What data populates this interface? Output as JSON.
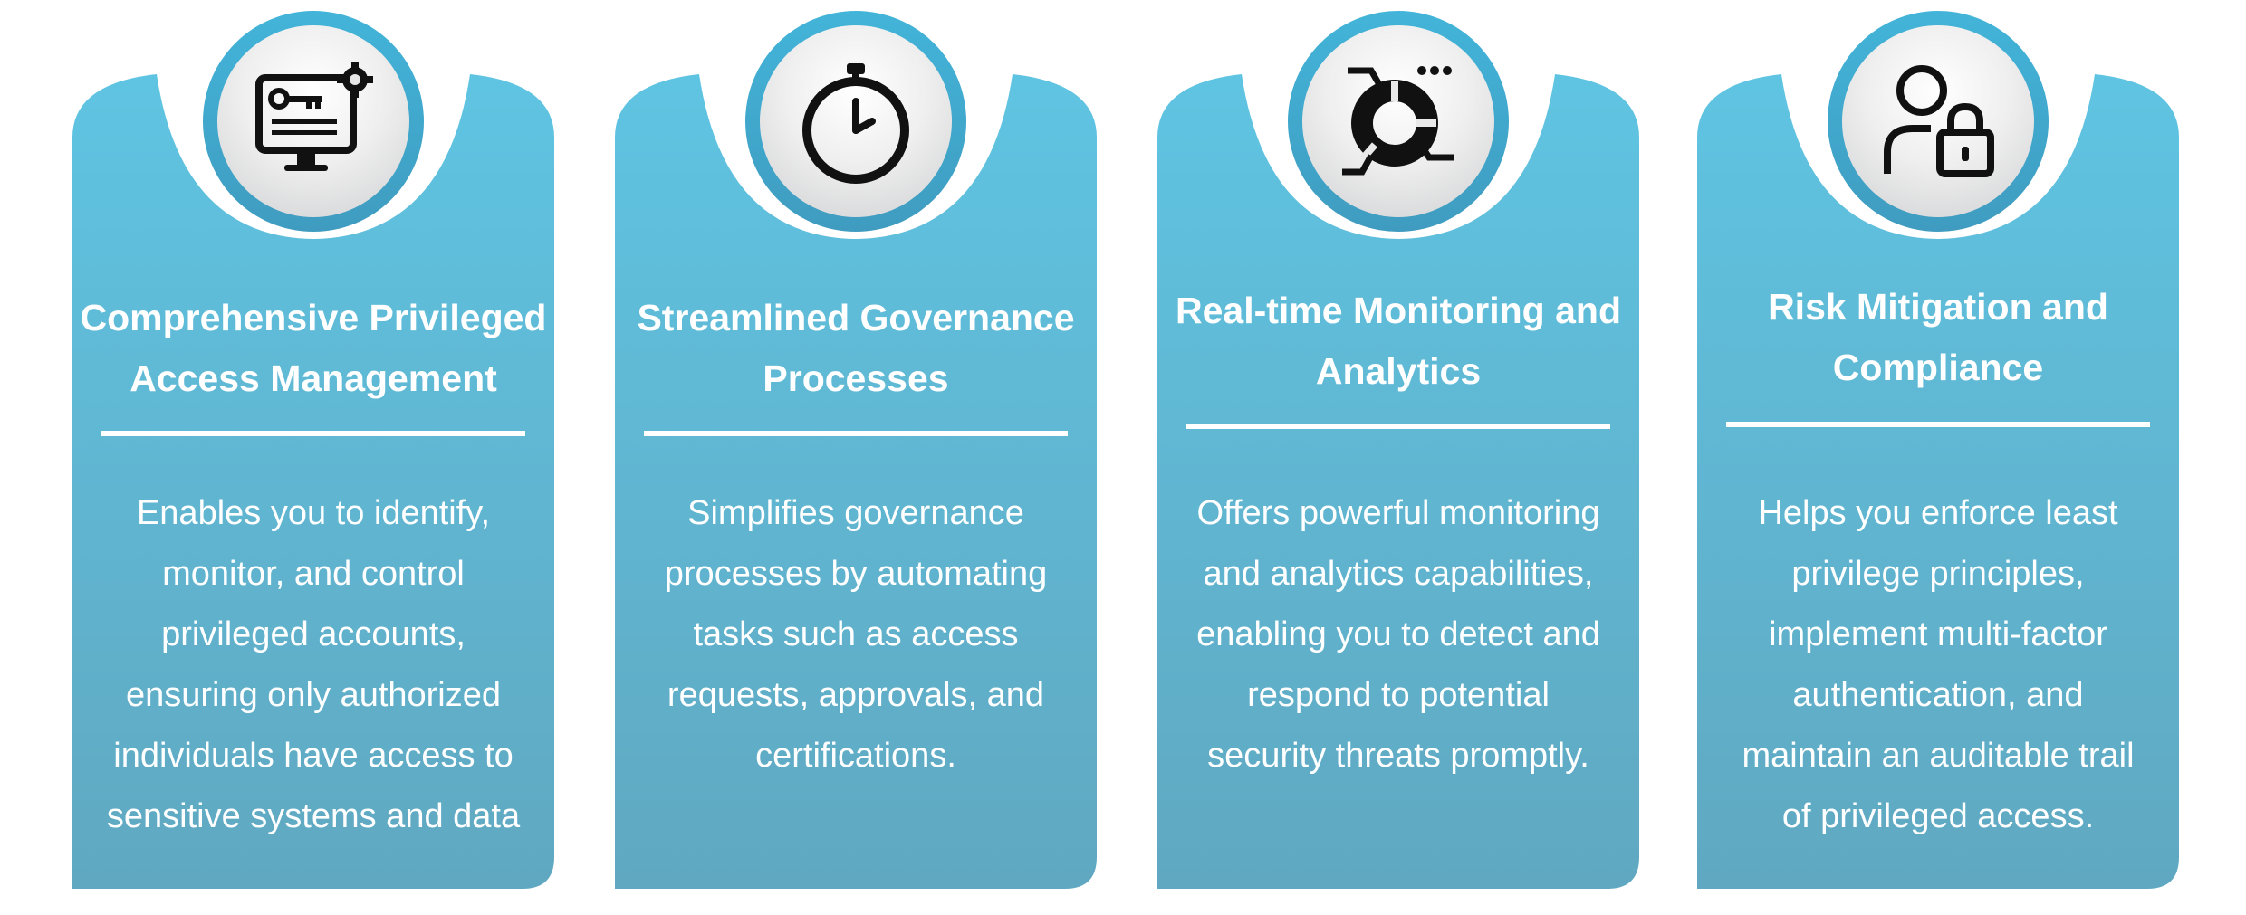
{
  "colors": {
    "card_top": "#5dc3e1",
    "card_bottom": "#61aac3",
    "ring": "#43b4d9",
    "text": "#ffffff"
  },
  "cards": [
    {
      "icon": "monitor-key-gear-icon",
      "title_line1": "Comprehensive Privileged",
      "title_line2": "Access Management",
      "body": [
        "Enables you to identify,",
        "monitor, and control",
        "privileged accounts,",
        "ensuring only authorized",
        "individuals have access to",
        "sensitive systems and data"
      ]
    },
    {
      "icon": "stopwatch-icon",
      "title_line1": "Streamlined Governance",
      "title_line2": "Processes",
      "body": [
        "Simplifies governance",
        "processes by automating",
        "tasks such as access",
        "requests, approvals, and",
        "certifications."
      ]
    },
    {
      "icon": "monitoring-chart-icon",
      "title_line1": "Real-time Monitoring and",
      "title_line2": "Analytics",
      "body": [
        "Offers powerful monitoring",
        "and analytics capabilities,",
        "enabling you to detect and",
        "respond to potential",
        "security threats promptly."
      ]
    },
    {
      "icon": "user-lock-icon",
      "title_line1": "Risk Mitigation and",
      "title_line2": "Compliance",
      "body": [
        "Helps you enforce least",
        "privilege principles,",
        "implement multi-factor",
        "authentication, and",
        "maintain an auditable trail",
        "of privileged access."
      ]
    }
  ]
}
